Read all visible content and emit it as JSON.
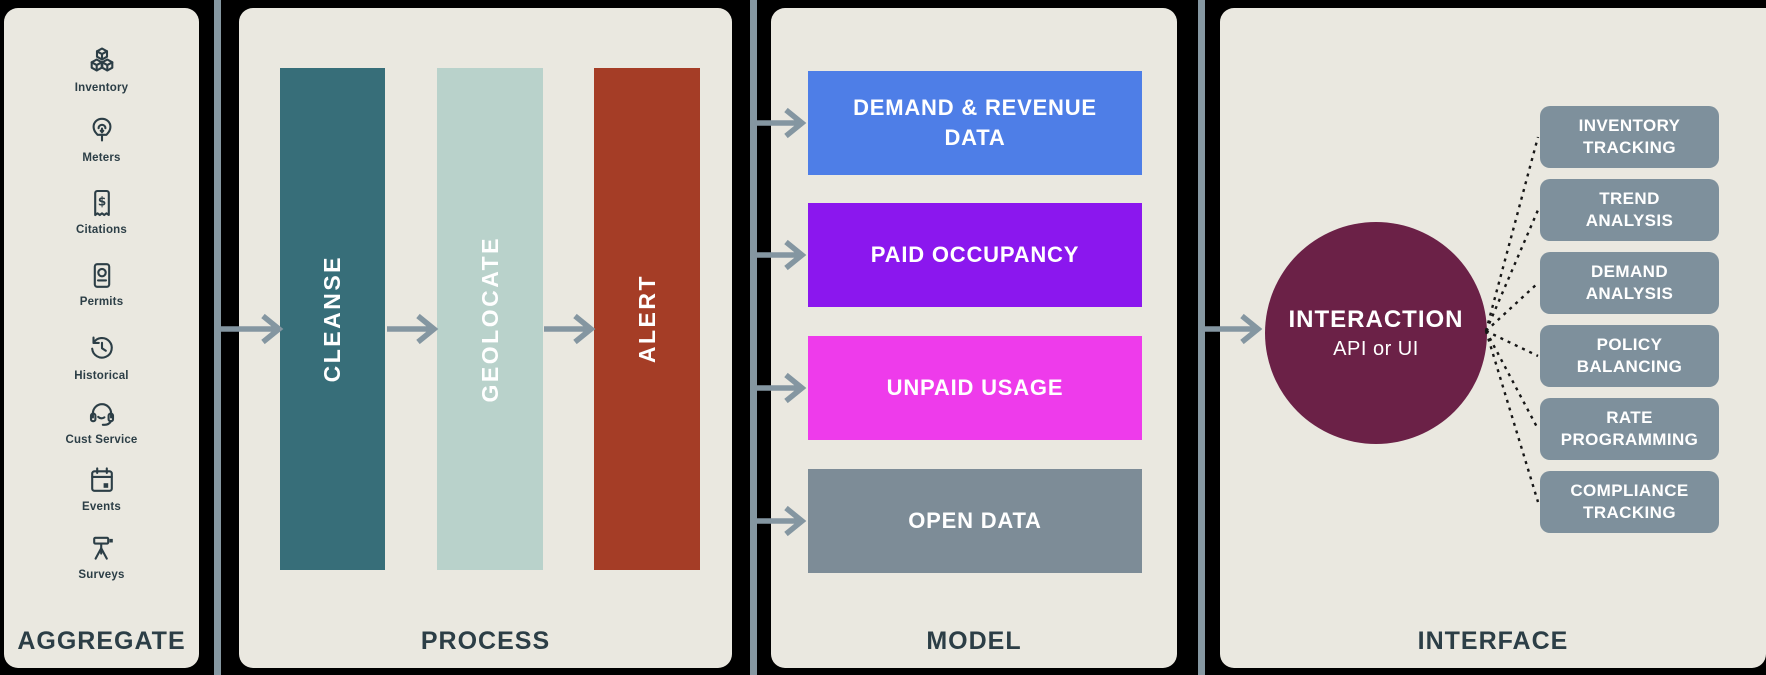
{
  "colors": {
    "background": "#000000",
    "panel_bg": "#EAE8E0",
    "text_dark": "#2C3E46",
    "divider": "#8597A1",
    "arrow": "#8496A1",
    "connector_dots": "#161616",
    "white": "#FFFFFF"
  },
  "panels": {
    "aggregate": {
      "label": "AGGREGATE",
      "sources": [
        {
          "icon": "inventory-cubes-icon",
          "label": "Inventory"
        },
        {
          "icon": "parking-meter-icon",
          "label": "Meters"
        },
        {
          "icon": "citation-receipt-icon",
          "label": "Citations"
        },
        {
          "icon": "permit-book-icon",
          "label": "Permits"
        },
        {
          "icon": "history-clock-icon",
          "label": "Historical"
        },
        {
          "icon": "headset-icon",
          "label": "Cust Service"
        },
        {
          "icon": "events-calendar-icon",
          "label": "Events"
        },
        {
          "icon": "survey-tripod-icon",
          "label": "Surveys"
        }
      ]
    },
    "process": {
      "label": "PROCESS",
      "stages": [
        {
          "label": "CLEANSE",
          "color": "#376E79"
        },
        {
          "label": "GEOLOCATE",
          "color": "#B9D2CB"
        },
        {
          "label": "ALERT",
          "color": "#A53D26"
        }
      ]
    },
    "model": {
      "label": "MODEL",
      "outputs": [
        {
          "label": "DEMAND & REVENUE\nDATA",
          "color": "#4E7EE7"
        },
        {
          "label": "PAID OCCUPANCY",
          "color": "#8B17EE"
        },
        {
          "label": "UNPAID USAGE",
          "color": "#EE3BEB"
        },
        {
          "label": "OPEN DATA",
          "color": "#7D8C97"
        }
      ]
    },
    "interface": {
      "label": "INTERFACE",
      "hub": {
        "title": "INTERACTION",
        "subtitle": "API or UI",
        "color": "#6B2147"
      },
      "box_color": "#7E909C",
      "capabilities": [
        {
          "label": "INVENTORY\nTRACKING"
        },
        {
          "label": "TREND\nANALYSIS"
        },
        {
          "label": "DEMAND\nANALYSIS"
        },
        {
          "label": "POLICY\nBALANCING"
        },
        {
          "label": "RATE\nPROGRAMMING"
        },
        {
          "label": "COMPLIANCE\nTRACKING"
        }
      ]
    }
  }
}
